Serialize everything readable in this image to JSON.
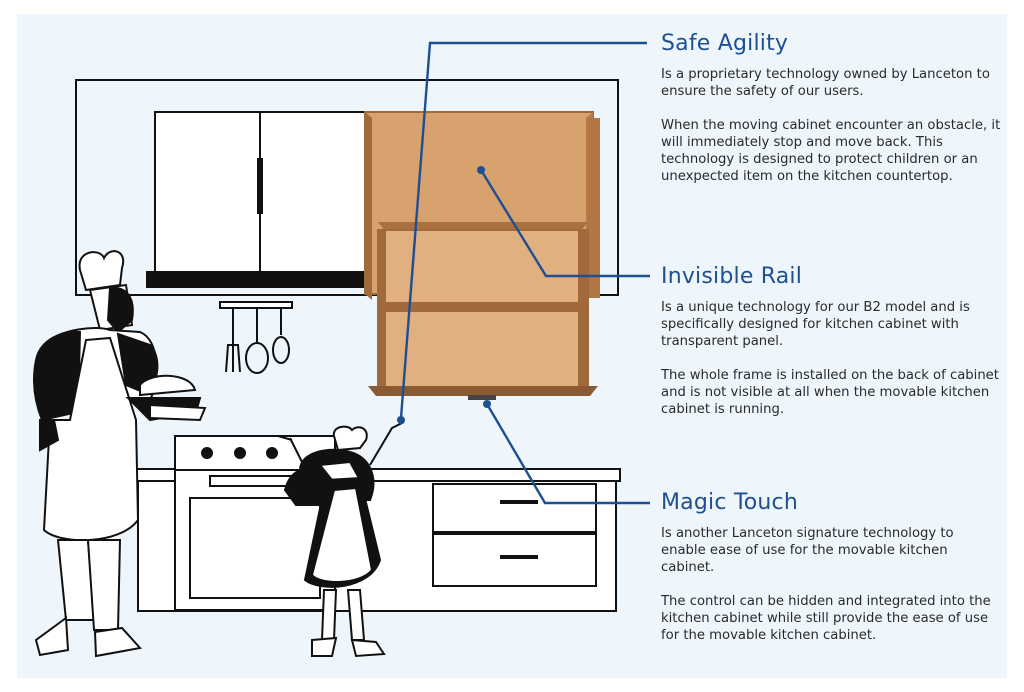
{
  "features": [
    {
      "title": "Safe Agility",
      "paragraphs": [
        "Is a proprietary technology owned by Lanceton to ensure the safety of our users.",
        "When the moving cabinet encounter an obstacle, it will immediately stop and move back. This technology is designed to protect children or an unexpected item on the kitchen countertop."
      ]
    },
    {
      "title": "Invisible Rail",
      "paragraphs": [
        "Is a unique technology for our B2 model and is specifically designed for kitchen cabinet with transparent panel.",
        "The whole frame is installed on the back of cabinet and is not visible at all when the movable kitchen cabinet is running."
      ]
    },
    {
      "title": "Magic Touch",
      "paragraphs": [
        "Is another Lanceton signature technology to enable ease of use for the movable kitchen cabinet.",
        "The control can be hidden and integrated into the kitchen cabinet while still provide the ease of use for the movable kitchen cabinet."
      ]
    }
  ],
  "colors": {
    "accent": "#1d4f91",
    "background": "#eef6fc",
    "wood": "#d9a774",
    "wood_dark": "#a06a3c"
  },
  "icons": {
    "illustration": "kitchen-with-chefs-illustration"
  }
}
